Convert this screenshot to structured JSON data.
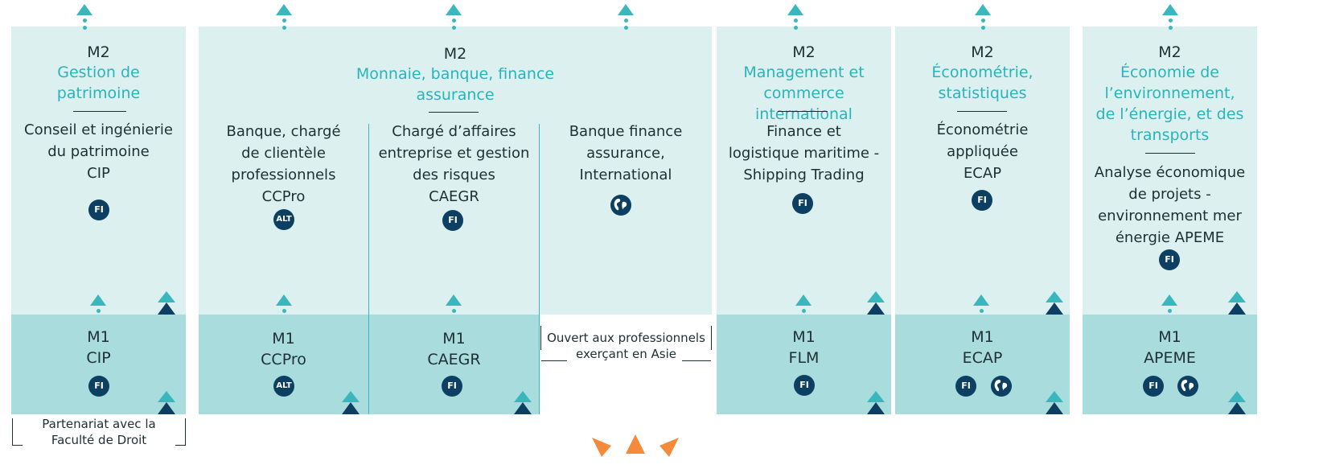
{
  "m2_label": "M2",
  "m1_label": "M1",
  "columns": [
    {
      "specialty": "Gestion de patrimoine",
      "program": "Conseil et ingénierie du patrimoine CIP",
      "m1": "CIP"
    },
    {
      "specialty": "Monnaie, banque, finance assurance",
      "subs": [
        {
          "program": "Banque, chargé de clientèle professionnels CCPro",
          "m1": "CCPro"
        },
        {
          "program": "Chargé d’affaires entreprise et gestion des risques CAEGR",
          "m1": "CAEGR"
        },
        {
          "program": "Banque finance assurance, International"
        }
      ]
    },
    {
      "specialty": "Management et commerce international",
      "program": "Finance et logistique maritime - Shipping Trading",
      "m1": "FLM"
    },
    {
      "specialty": "Économétrie, statistiques",
      "program": "Économétrie appliquée ECAP",
      "m1": "ECAP"
    },
    {
      "specialty": "Économie de l’environnement, de l’énergie, et des transports",
      "program": "Analyse économique de projets - environnement mer énergie APEME",
      "m1": "APEME"
    }
  ],
  "lines": {
    "c1_spec": [
      "Gestion de",
      "patrimoine"
    ],
    "c1_prog": [
      "Conseil et ingénierie",
      "du patrimoine",
      "CIP"
    ],
    "c2_spec": [
      "Monnaie, banque, finance",
      "assurance"
    ],
    "c2a_prog": [
      "Banque, chargé",
      "de clientèle",
      "professionnels",
      "CCPro"
    ],
    "c2b_prog": [
      "Chargé d’affaires",
      "entreprise et gestion",
      "des risques",
      "CAEGR"
    ],
    "c2c_prog": [
      "Banque finance",
      "assurance,",
      "International"
    ],
    "c3_spec": [
      "Management et",
      "commerce international"
    ],
    "c3_prog": [
      "Finance et",
      "logistique maritime -",
      "Shipping Trading"
    ],
    "c4_spec": [
      "Économétrie,",
      "statistiques"
    ],
    "c4_prog": [
      "Économétrie",
      "appliquée",
      "ECAP"
    ],
    "c5_spec": [
      "Économie de",
      "l’environnement,",
      "de l’énergie, et des",
      "transports"
    ],
    "c5_prog": [
      "Analyse économique",
      "de projets -",
      "environnement mer",
      "énergie APEME"
    ]
  },
  "badges": {
    "fi": "FI",
    "alt": "ALT"
  },
  "notes": {
    "asia": [
      "Ouvert aux professionnels",
      "exerçant en Asie"
    ],
    "droit": [
      "Partenariat avec la",
      "Faculté de Droit"
    ]
  },
  "colors": {
    "panel": "#dcf0ef",
    "m1": "#a9dcdd",
    "teal": "#39b7bd",
    "navy": "#0d3f63",
    "accent": "#f58a3c"
  }
}
